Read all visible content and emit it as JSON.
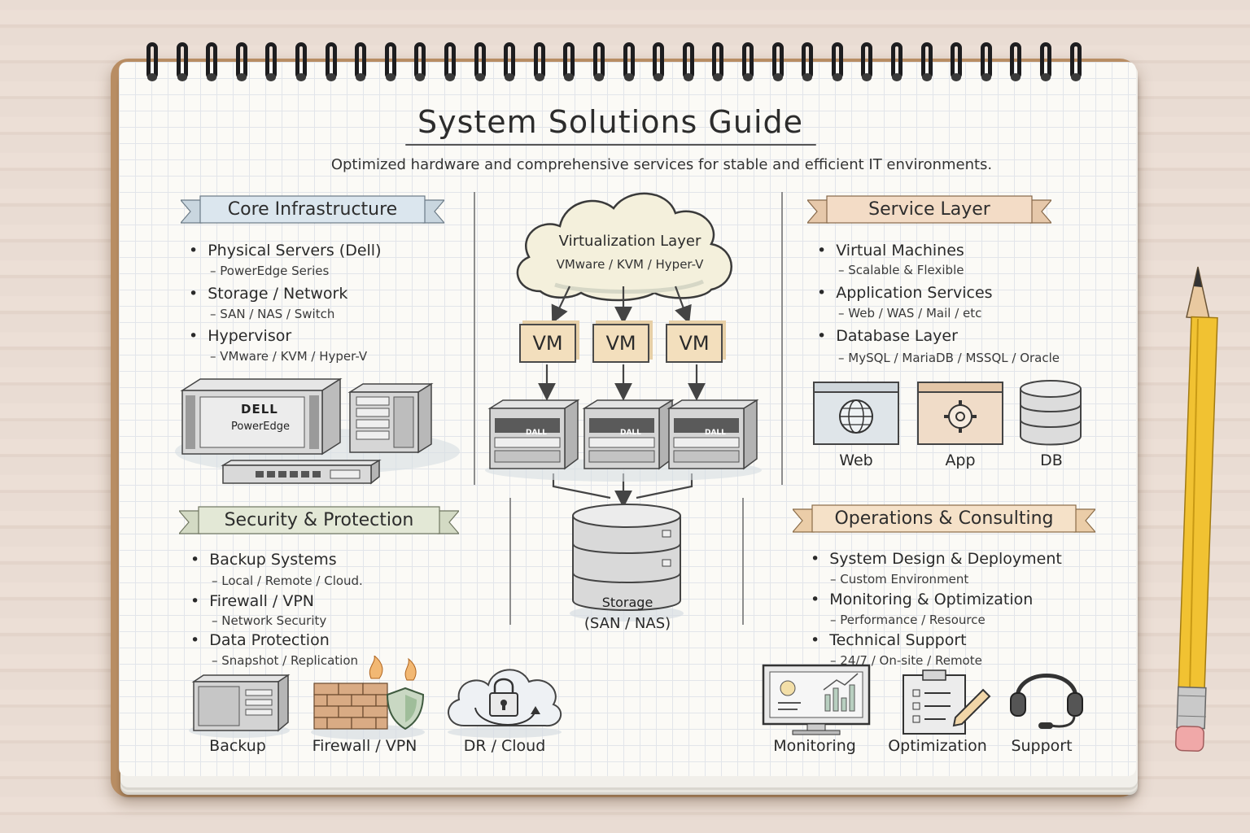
{
  "title": "System Solutions Guide",
  "subtitle": "Optimized hardware and comprehensive services for stable and efficient IT environments.",
  "sections": {
    "core": {
      "heading": "Core Infrastructure",
      "items": [
        {
          "label": "Physical Servers (Dell)",
          "sub": "PowerEdge Series"
        },
        {
          "label": "Storage / Network",
          "sub": "SAN / NAS / Switch"
        },
        {
          "label": "Hypervisor",
          "sub": "VMware / KVM / Hyper-V"
        }
      ],
      "server_brand": "DELL",
      "server_model": "PowerEdge"
    },
    "security": {
      "heading": "Security & Protection",
      "items": [
        {
          "label": "Backup Systems",
          "sub": "Local / Remote / Cloud."
        },
        {
          "label": "Firewall / VPN",
          "sub": "Network Security"
        },
        {
          "label": "Data Protection",
          "sub": "Snapshot / Replication"
        }
      ],
      "icons": [
        {
          "name": "backup-icon",
          "label": "Backup"
        },
        {
          "name": "firewall-icon",
          "label": "Firewall / VPN"
        },
        {
          "name": "cloud-lock-icon",
          "label": "DR / Cloud"
        }
      ]
    },
    "service": {
      "heading": "Service Layer",
      "items": [
        {
          "label": "Virtual Machines",
          "sub": "Scalable & Flexible"
        },
        {
          "label": "Application Services",
          "sub": "Web / WAS / Mail / etc"
        },
        {
          "label": "Database Layer",
          "sub": "MySQL / MariaDB / MSSQL / Oracle"
        }
      ],
      "icons": [
        {
          "name": "web-icon",
          "label": "Web"
        },
        {
          "name": "app-icon",
          "label": "App"
        },
        {
          "name": "db-icon",
          "label": "DB"
        }
      ]
    },
    "operations": {
      "heading": "Operations & Consulting",
      "items": [
        {
          "label": "System Design & Deployment",
          "sub": "Custom Environment"
        },
        {
          "label": "Monitoring & Optimization",
          "sub": "Performance / Resource"
        },
        {
          "label": "Technical Support",
          "sub": "24/7 / On-site / Remote"
        }
      ],
      "icons": [
        {
          "name": "monitoring-icon",
          "label": "Monitoring"
        },
        {
          "name": "optimization-icon",
          "label": "Optimization"
        },
        {
          "name": "support-icon",
          "label": "Support"
        }
      ]
    }
  },
  "center": {
    "cloud_title": "Virtualization Layer",
    "cloud_sub": "VMware / KVM / Hyper-V",
    "vm_label": "VM",
    "server_label": "DALL",
    "storage_title": "Storage",
    "storage_sub": "(SAN / NAS)"
  },
  "colors": {
    "ribbon_core": "#dbe6ee",
    "ribbon_security": "#e3e8d6",
    "ribbon_service": "#f3dcc6",
    "ribbon_operations": "#f5e1c8",
    "vm_fill": "#f3dfbd"
  }
}
